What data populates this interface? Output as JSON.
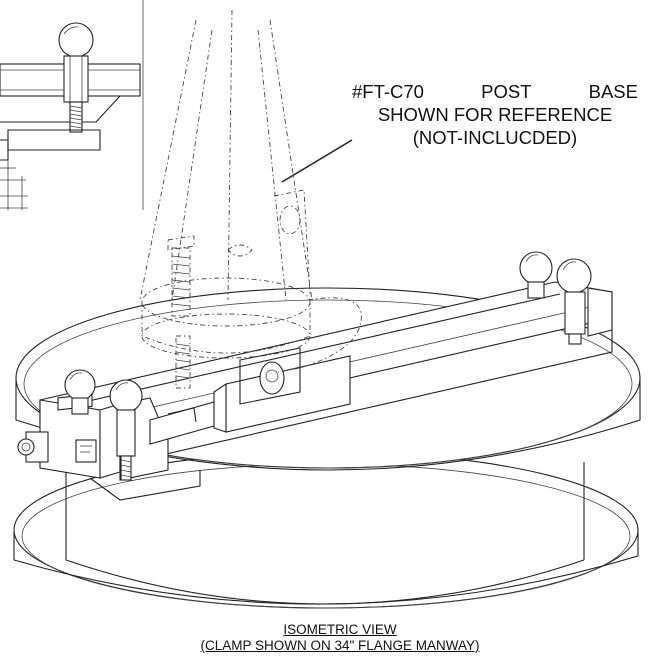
{
  "callout": {
    "line1_words": [
      "#FT-C70",
      "POST",
      "BASE"
    ],
    "line2": "SHOWN FOR REFERENCE",
    "line3": "(NOT-INCLUCDED)"
  },
  "caption": {
    "title": "ISOMETRIC VIEW",
    "subtitle": "(CLAMP SHOWN ON 34\" FLANGE MANWAY)"
  }
}
